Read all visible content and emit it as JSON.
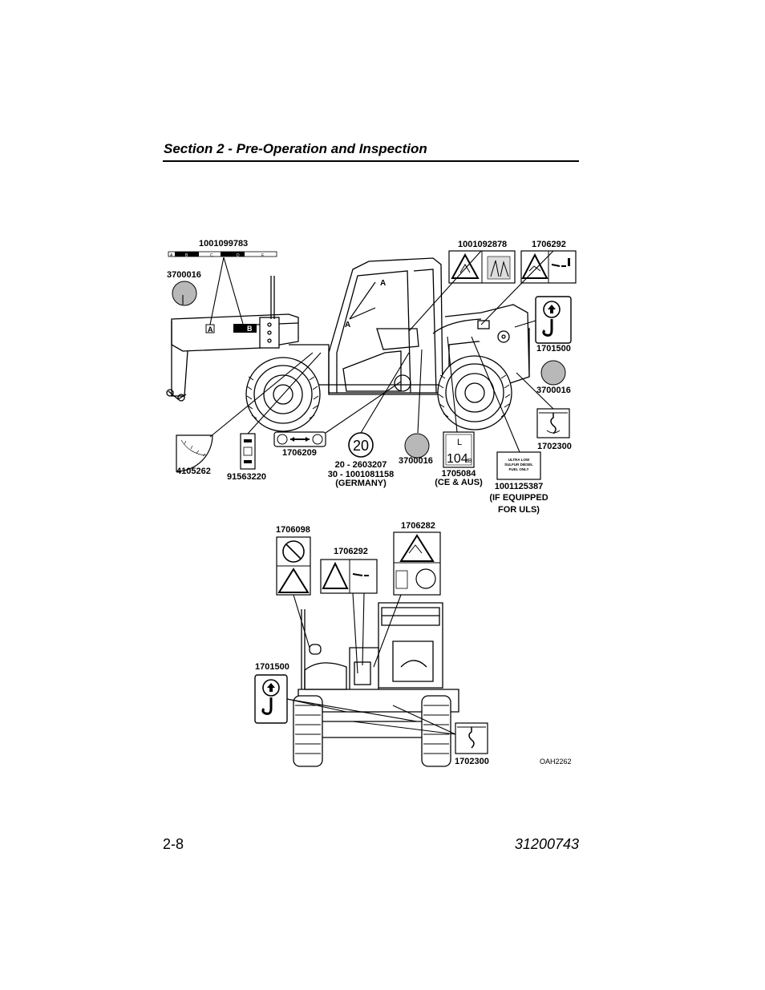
{
  "header": {
    "title": "Section 2 - Pre-Operation and Inspection"
  },
  "footer": {
    "page": "2-8",
    "doc_number": "31200743"
  },
  "figure": {
    "code": "OAH2262",
    "labels": {
      "l1001099783": "1001099783",
      "l3700016a": "3700016",
      "l1001092878": "1001092878",
      "l1706292a": "1706292",
      "l1701500a": "1701500",
      "l3700016b": "3700016",
      "l1702300a": "1702300",
      "l4105262": "4105262",
      "l91563220": "91563220",
      "l1706209": "1706209",
      "l20a": "20 - 2603207",
      "l20b": "30 - 1001081158",
      "l20c": "(GERMANY)",
      "l3700016c": "3700016",
      "l1705084a": "1705084",
      "l1705084b": "(CE & AUS)",
      "l1001125387a": "1001125387",
      "l1001125387b": "(IF EQUIPPED",
      "l1001125387c": "FOR ULS)",
      "l1706098": "1706098",
      "l1706292b": "1706292",
      "l1706282": "1706282",
      "l1701500b": "1701500",
      "l1702300b": "1702300"
    },
    "stripe_letters": [
      "A",
      "B",
      "C",
      "D",
      "E"
    ],
    "callout_a": "A",
    "boom_decal_a": "A",
    "boom_decal_b": "B",
    "capacity_number": "20",
    "noise_value": "104",
    "noise_unit": "dB",
    "noise_symbol": "L",
    "uls_decal": [
      "ULTRA LOW",
      "SULFUR DIESEL",
      "FUEL ONLY"
    ]
  }
}
